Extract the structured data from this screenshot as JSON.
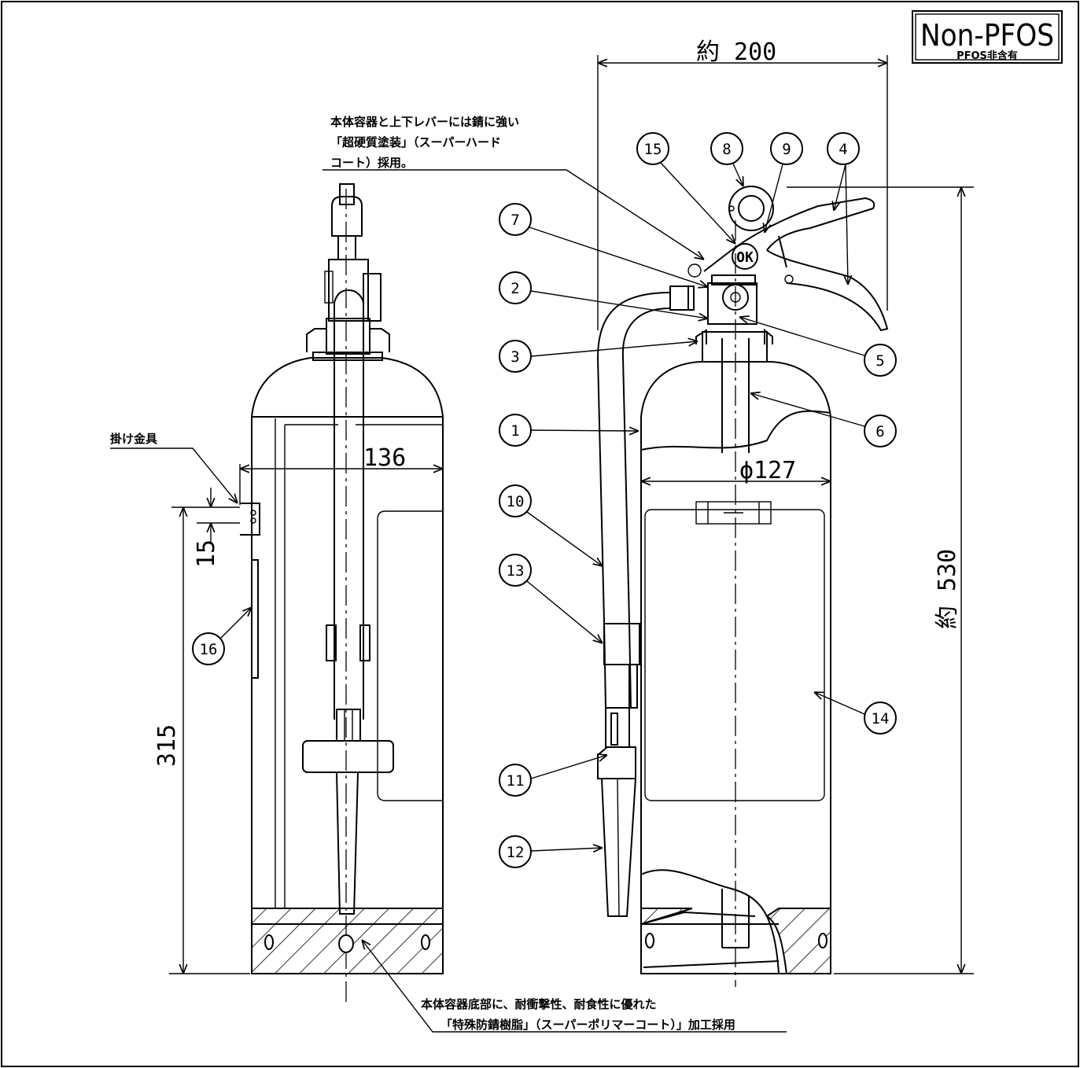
{
  "badge": {
    "main": "Non-PFOS",
    "sub": "PFOS非含有"
  },
  "dimensions": {
    "width_label": "約 200",
    "height_label": "約 530",
    "body_width": "136",
    "diameter": "ϕ127",
    "hook_height": "15",
    "hook_position": "315"
  },
  "notes": {
    "top_lines": [
      "本体容器と上下レバーには錆に強い",
      "「超硬質塗装」（スーパーハード",
      "コート）採用。"
    ],
    "bottom_lines": [
      "本体容器底部に、耐衝撃性、耐食性に優れた",
      "「特殊防錆樹脂」（スーパーポリマーコート）」加工採用"
    ],
    "hook_label": "掛け金具"
  },
  "valve_mark": "OK",
  "parts": [
    "1",
    "2",
    "3",
    "4",
    "5",
    "6",
    "7",
    "8",
    "9",
    "10",
    "11",
    "12",
    "13",
    "14",
    "15",
    "16"
  ]
}
